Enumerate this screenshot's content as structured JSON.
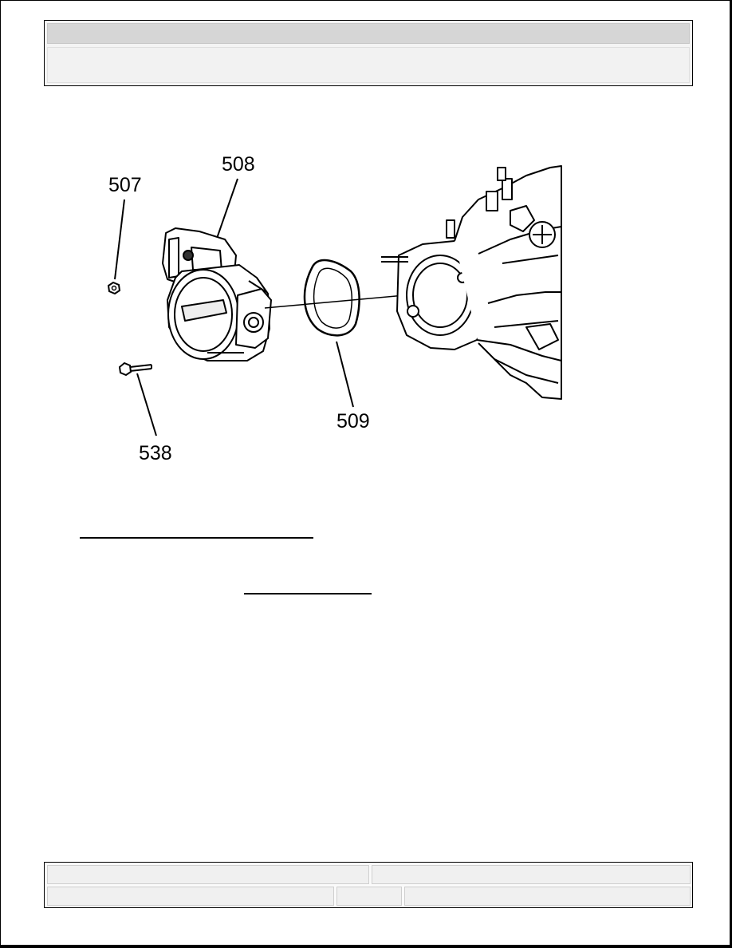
{
  "figure": {
    "callouts": {
      "c507": "507",
      "c508": "508",
      "c509": "509",
      "c538": "538"
    }
  }
}
